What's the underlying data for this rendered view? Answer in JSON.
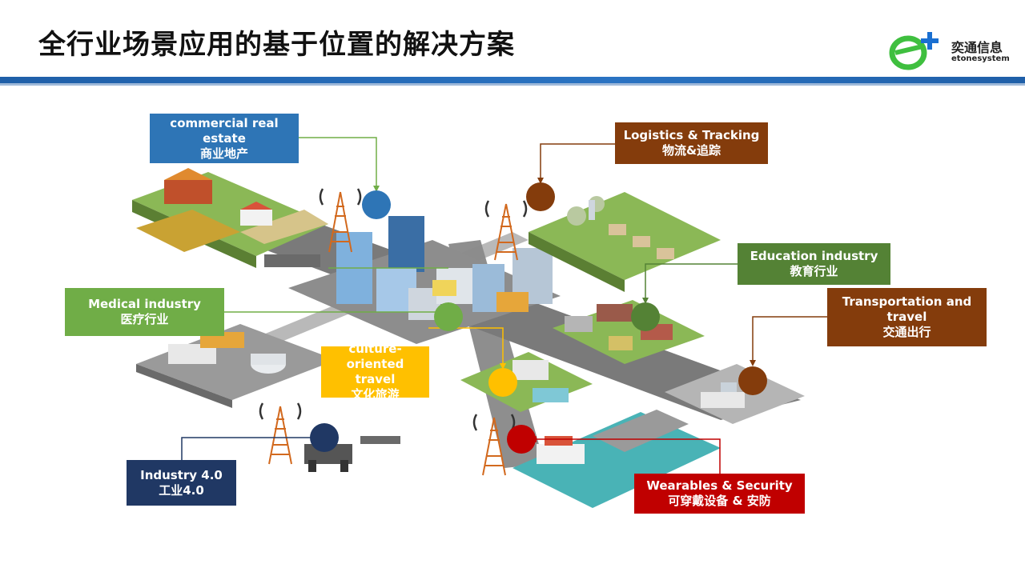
{
  "page": {
    "title": "全行业场景应用的基于位置的解决方案"
  },
  "logo": {
    "cn": "奕通信息",
    "en": "etonesystem",
    "icon": "e-plus-logo-icon",
    "colors": {
      "green": "#3fbf3f",
      "blue": "#1a6fd1"
    }
  },
  "labels": {
    "commercial": {
      "en": "commercial real estate",
      "cn": "商业地产",
      "color": "#2e75b6"
    },
    "logistics": {
      "en": "Logistics & Tracking",
      "cn": "物流&追踪",
      "color": "#843c0c"
    },
    "education": {
      "en": "Education industry",
      "cn": "教育行业",
      "color": "#548235"
    },
    "transportation": {
      "en": "Transportation and travel",
      "cn": "交通出行",
      "color": "#843c0c"
    },
    "medical": {
      "en": "Medical industry",
      "cn": "医疗行业",
      "color": "#70ad47"
    },
    "culture": {
      "en": "culture-oriented travel",
      "cn": "文化旅游",
      "color": "#ffc000"
    },
    "industry": {
      "en": "Industry 4.0",
      "cn": "工业4.0",
      "color": "#203864"
    },
    "wearables": {
      "en": "Wearables & Security",
      "cn": "可穿戴设备 & 安防",
      "color": "#c00000"
    }
  },
  "icons": [
    "cell-tower-icon",
    "location-marker-icon"
  ]
}
